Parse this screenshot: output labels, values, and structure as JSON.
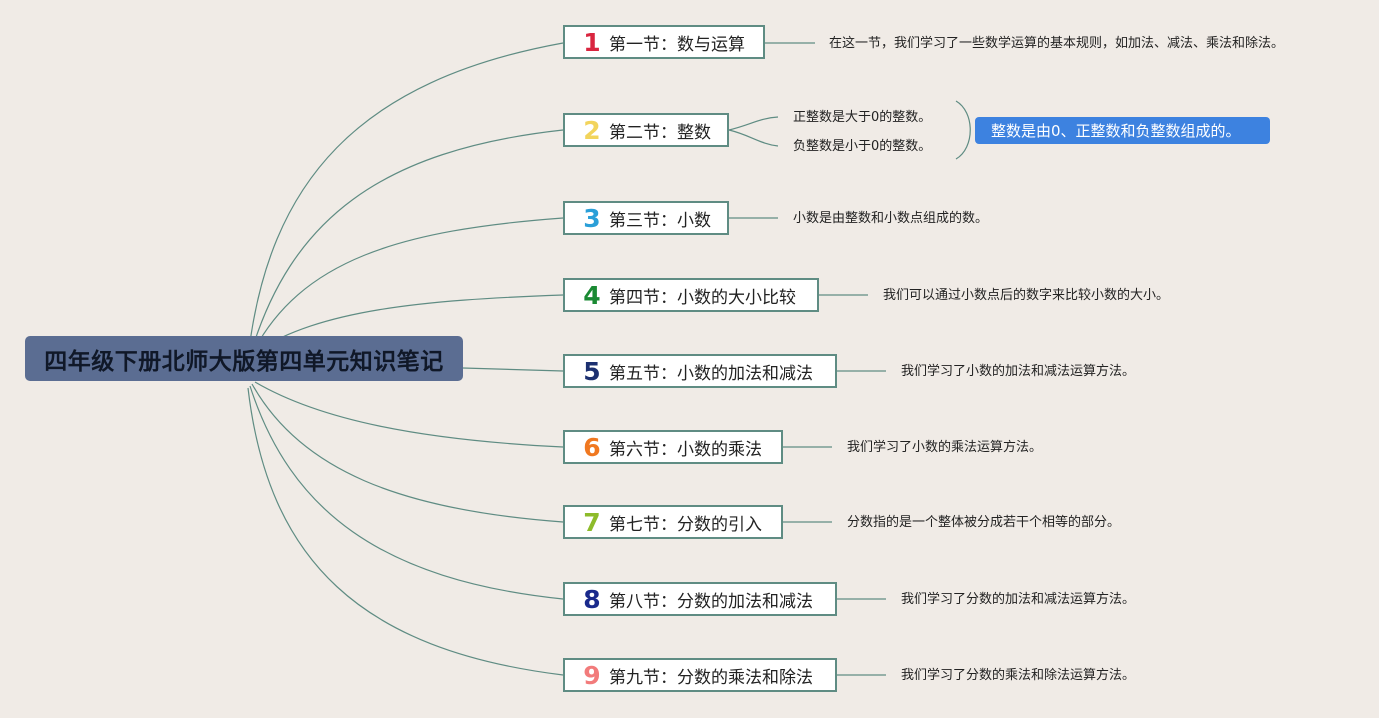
{
  "root": {
    "title": "四年级下册北师大版第四单元知识笔记"
  },
  "sections": [
    {
      "num": "1",
      "color": "#d9253f",
      "title": "第一节：数与运算",
      "notes": [
        "在这一节，我们学习了一些数学运算的基本规则，如加法、减法、乘法和除法。"
      ]
    },
    {
      "num": "2",
      "color": "#f2d45c",
      "title": "第二节：整数",
      "notes": [
        "正整数是大于0的整数。",
        "负整数是小于0的整数。"
      ],
      "summary": "整数是由0、正整数和负整数组成的。"
    },
    {
      "num": "3",
      "color": "#2a9fd8",
      "title": "第三节：小数",
      "notes": [
        "小数是由整数和小数点组成的数。"
      ]
    },
    {
      "num": "4",
      "color": "#1a8a33",
      "title": "第四节：小数的大小比较",
      "notes": [
        "我们可以通过小数点后的数字来比较小数的大小。"
      ]
    },
    {
      "num": "5",
      "color": "#1c3070",
      "title": "第五节：小数的加法和减法",
      "notes": [
        "我们学习了小数的加法和减法运算方法。"
      ]
    },
    {
      "num": "6",
      "color": "#f07820",
      "title": "第六节：小数的乘法",
      "notes": [
        "我们学习了小数的乘法运算方法。"
      ]
    },
    {
      "num": "7",
      "color": "#8dbb2a",
      "title": "第七节：分数的引入",
      "notes": [
        "分数指的是一个整体被分成若干个相等的部分。"
      ]
    },
    {
      "num": "8",
      "color": "#1a2a8c",
      "title": "第八节：分数的加法和减法",
      "notes": [
        "我们学习了分数的加法和减法运算方法。"
      ]
    },
    {
      "num": "9",
      "color": "#f27b7b",
      "title": "第九节：分数的乘法和除法",
      "notes": [
        "我们学习了分数的乘法和除法运算方法。"
      ]
    }
  ],
  "colors": {
    "line": "#5f8c83",
    "root_bg": "#5b6d92",
    "summary_bg": "#3d82e0",
    "background": "#f0ebe6"
  }
}
